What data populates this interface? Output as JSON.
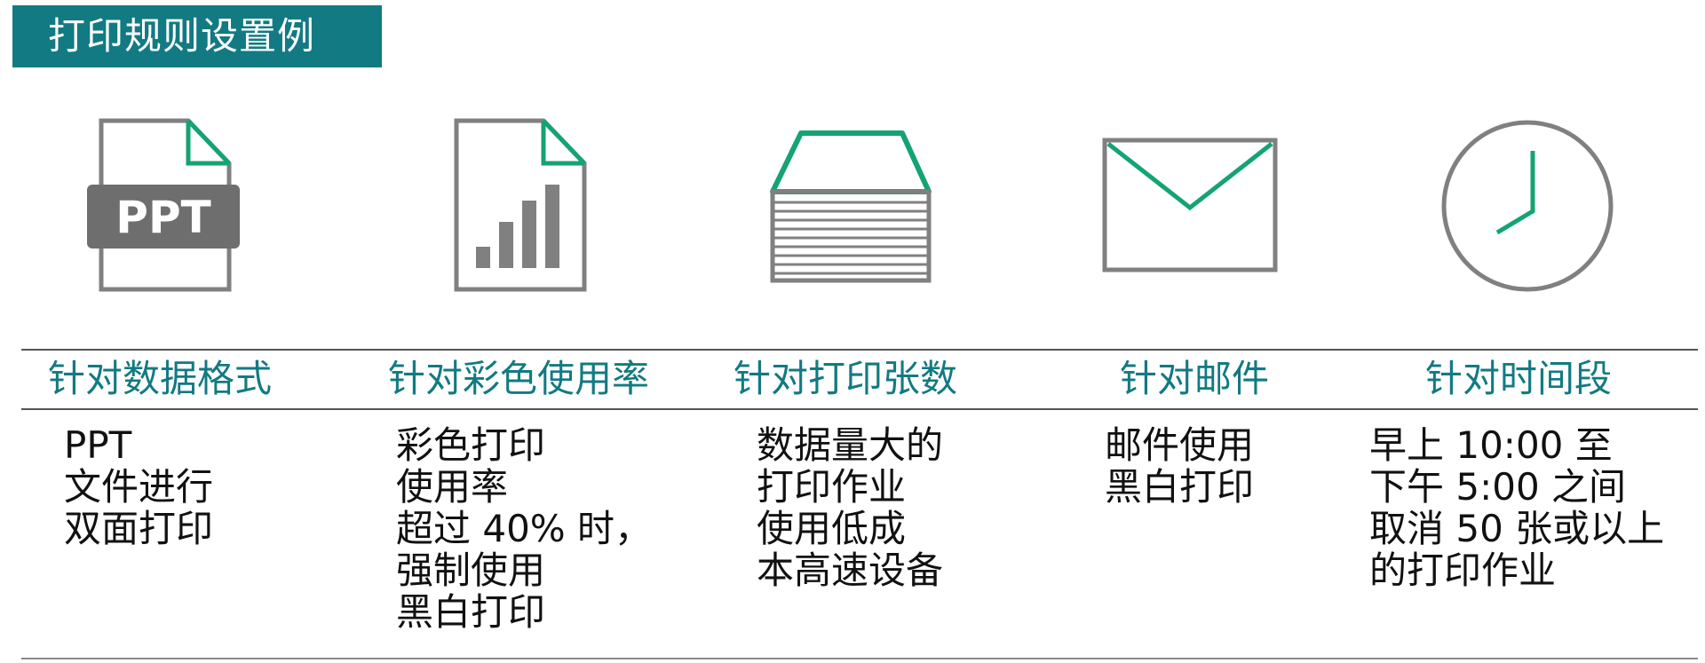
{
  "title": "打印规则设置例",
  "colors": {
    "accent": "#127a82",
    "icon_green": "#14a374",
    "icon_gray": "#808080"
  },
  "icons": {
    "data_format": {
      "name": "ppt-file-icon",
      "badge": "PPT"
    },
    "color_usage": {
      "name": "bar-chart-file-icon"
    },
    "page_count": {
      "name": "paper-stack-icon"
    },
    "email": {
      "name": "envelope-icon"
    },
    "time_period": {
      "name": "clock-icon"
    }
  },
  "columns": [
    {
      "header": "针对数据格式",
      "lines": [
        "PPT",
        "文件进行",
        "双面打印"
      ]
    },
    {
      "header": "针对彩色使用率",
      "lines": [
        "彩色打印",
        "使用率",
        "超过 40% 时，",
        "强制使用",
        "黑白打印"
      ]
    },
    {
      "header": "针对打印张数",
      "lines": [
        "数据量大的",
        "打印作业",
        "使用低成",
        "本高速设备"
      ]
    },
    {
      "header": "针对邮件",
      "lines": [
        "邮件使用",
        "黑白打印"
      ]
    },
    {
      "header": "针对时间段",
      "lines": [
        "早上 10:00 至",
        "下午 5:00 之间",
        "取消 50 张或以上",
        "的打印作业"
      ]
    }
  ]
}
